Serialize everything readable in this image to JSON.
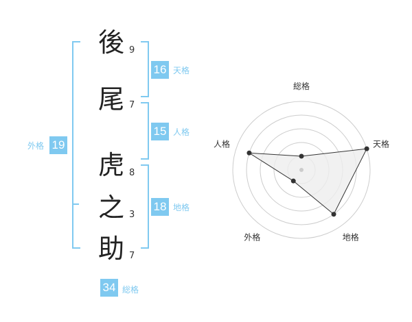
{
  "name_chars": [
    {
      "char": "後",
      "strokes": "9"
    },
    {
      "char": "尾",
      "strokes": "7"
    },
    {
      "char": "虎",
      "strokes": "8"
    },
    {
      "char": "之",
      "strokes": "3"
    },
    {
      "char": "助",
      "strokes": "7"
    }
  ],
  "fortunes": {
    "tenkaku": {
      "label": "天格",
      "value": "16"
    },
    "jinkaku": {
      "label": "人格",
      "value": "15"
    },
    "chikaku": {
      "label": "地格",
      "value": "18"
    },
    "gaikaku": {
      "label": "外格",
      "value": "19"
    },
    "soukaku": {
      "label": "総格",
      "value": "34"
    }
  },
  "chart_data": {
    "type": "radar",
    "axes": [
      "総格",
      "天格",
      "地格",
      "外格",
      "人格"
    ],
    "values": [
      1,
      5,
      4,
      1,
      4
    ],
    "max": 5,
    "colors": {
      "accent": "#7fc9f0",
      "fill": "#eeeeee",
      "line": "#333333",
      "ring": "#cccccc"
    }
  }
}
